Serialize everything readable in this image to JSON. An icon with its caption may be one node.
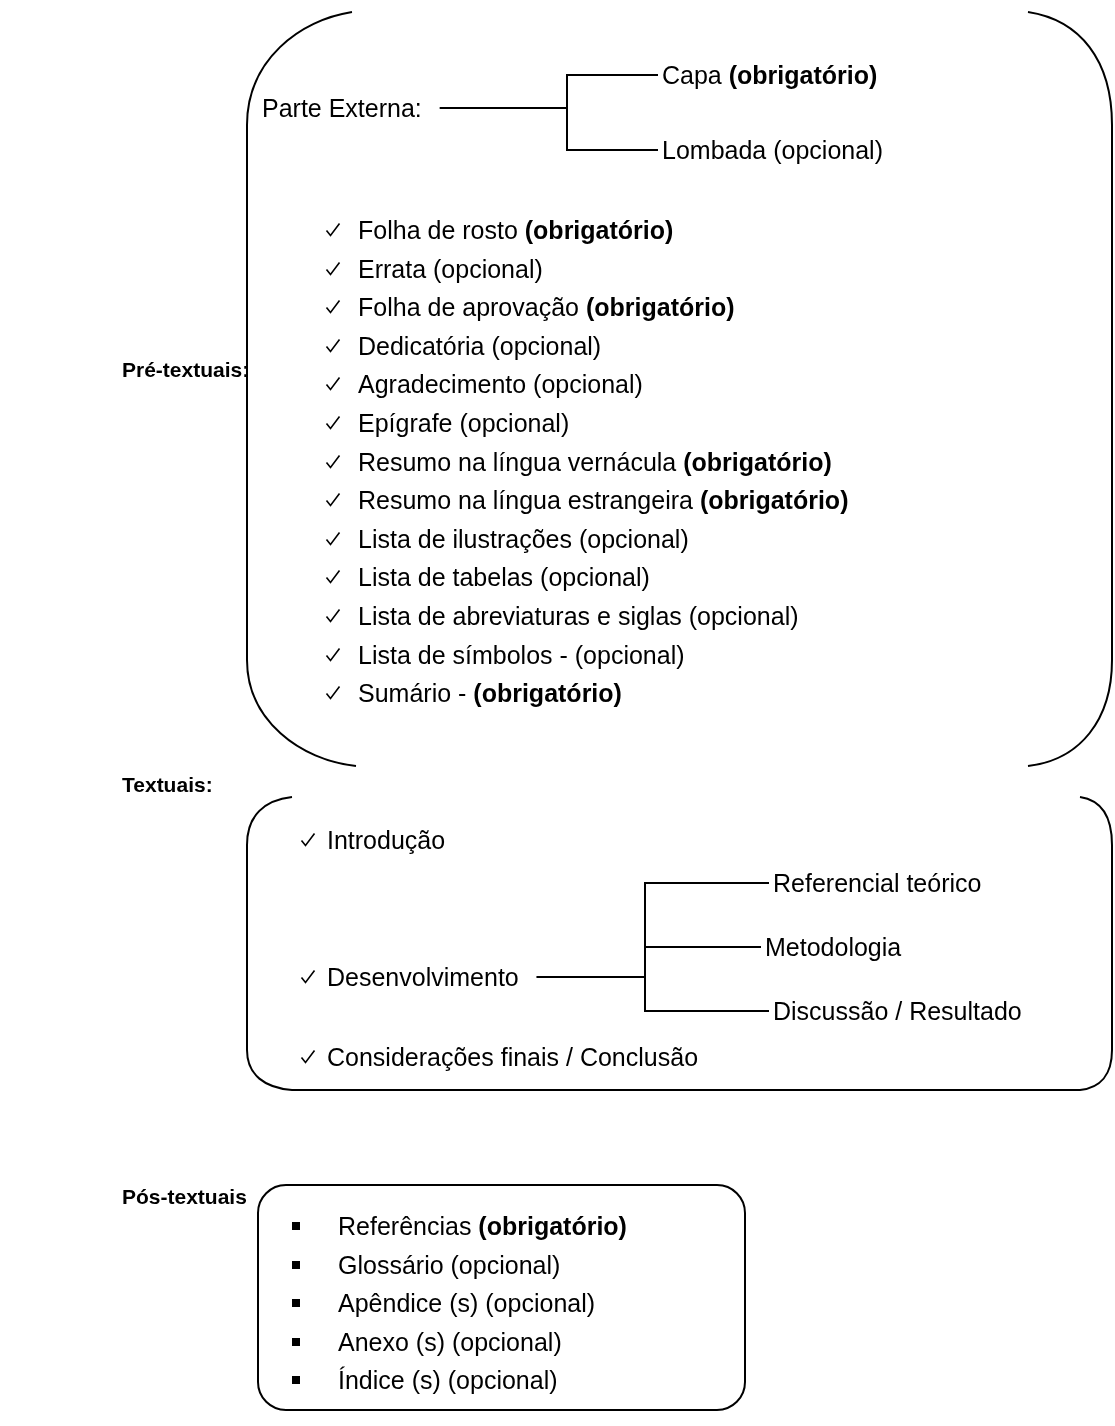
{
  "diagram": {
    "nodes": [
      {
        "text": [
          "Pré-textuais:",
          "Folha de rosto **(obrigatório)**",
          "Errata (opcional)",
          "Folha de aprovação **(obrigatório)**",
          "Dedicatória (opcional)",
          "Agradecimento (opcional)",
          "Epígrafe (opcional)",
          "Resumo na língua vernácula **(obrigatório)**",
          "Resumo na língua estrangeira **(obrigatório)**",
          "Lista de ilustrações (opcional)",
          "Lista de tabelas (opcional)",
          "Lista de abreviaturas e siglas (opcional)",
          "Lista de símbolos - (opcional)",
          "Sumário - **(obrigatório)**"
        ]
      },
      {
        "text": [
          "Parte Externa:"
        ],
        "in": 0
      },
      {
        "text": [
          "Capa **(obrigatório)**"
        ],
        "in": 0
      },
      {
        "text": [
          "Lombada (opcional)"
        ],
        "in": 0
      },
      {
        "text": [
          "Textuais:",
          "Introdução",
          "Considerações finais / Conclusão"
        ]
      },
      {
        "text": [
          "Desenvolvimento"
        ],
        "in": 4
      },
      {
        "text": [
          "Referencial teórico"
        ],
        "in": 4
      },
      {
        "text": [
          "Metodologia"
        ],
        "in": 4
      },
      {
        "text": [
          "Discussão / Resultado"
        ],
        "in": 4
      },
      {
        "text": [
          "Pós-textuais",
          "Referências **(obrigatório)**",
          "Glossário (opcional)",
          "Apêndice (s) (opcional)",
          "Anexo (s) (opcional)",
          "Índice (s) (opcional)"
        ]
      }
    ],
    "edges": [
      {
        "from": 1,
        "to": 2,
        "arrow": "none"
      },
      {
        "from": 1,
        "to": 3,
        "arrow": "none"
      },
      {
        "from": 5,
        "to": 6,
        "arrow": "none"
      },
      {
        "from": 5,
        "to": 7,
        "arrow": "none"
      },
      {
        "from": 5,
        "to": 8,
        "arrow": "none"
      }
    ]
  }
}
